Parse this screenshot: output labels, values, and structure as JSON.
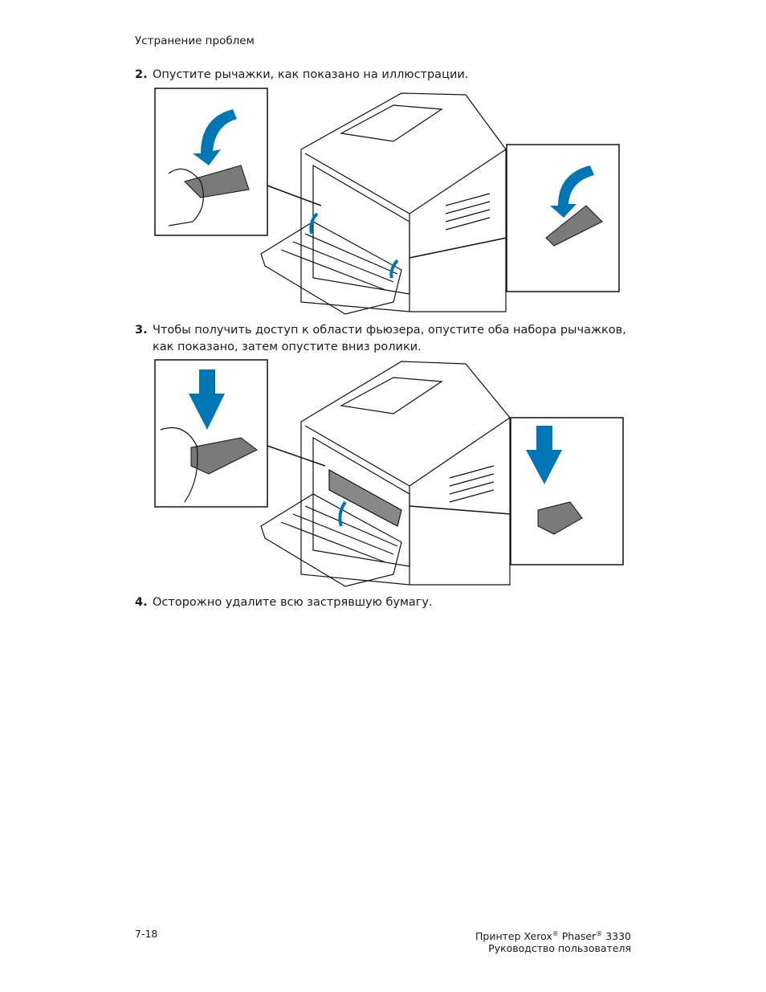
{
  "header": {
    "section": "Устранение проблем"
  },
  "steps": [
    {
      "num": "2.",
      "text": "Опустите рычажки, как показано на иллюстрации."
    },
    {
      "num": "3.",
      "text": "Чтобы получить доступ к области фьюзера, опустите оба набора рычажков, как показано, затем опустите вниз ролики."
    },
    {
      "num": "4.",
      "text": "Осторожно удалите всю застрявшую бумагу."
    }
  ],
  "footer": {
    "page": "7-18",
    "product_prefix": "Принтер Xerox",
    "product_mid": "Phaser",
    "product_model": "3330",
    "reg": "®",
    "guide": "Руководство пользователя"
  },
  "colors": {
    "arrow": "#0077b5",
    "lever": "#7a7a7a"
  }
}
